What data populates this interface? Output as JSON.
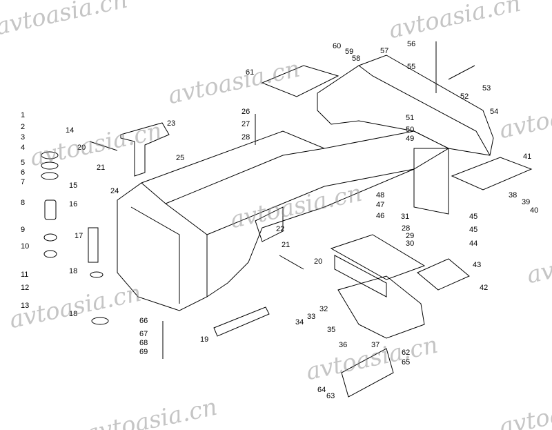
{
  "diagram": {
    "parts": [
      "1",
      "2",
      "3",
      "4",
      "5",
      "6",
      "7",
      "8",
      "9",
      "10",
      "11",
      "12",
      "13",
      "14",
      "15",
      "16",
      "17",
      "18",
      "18",
      "19",
      "20",
      "20",
      "21",
      "21",
      "22",
      "23",
      "24",
      "25",
      "26",
      "27",
      "28",
      "28",
      "29",
      "30",
      "31",
      "32",
      "33",
      "34",
      "35",
      "36",
      "37",
      "38",
      "39",
      "40",
      "41",
      "42",
      "43",
      "44",
      "45",
      "45",
      "46",
      "47",
      "48",
      "49",
      "50",
      "51",
      "52",
      "53",
      "54",
      "55",
      "56",
      "57",
      "58",
      "59",
      "60",
      "61",
      "62",
      "63",
      "64",
      "65",
      "66",
      "67",
      "68",
      "69"
    ]
  },
  "watermark": {
    "text": "avtoasia.cn",
    "color": "#8c8c8c"
  }
}
